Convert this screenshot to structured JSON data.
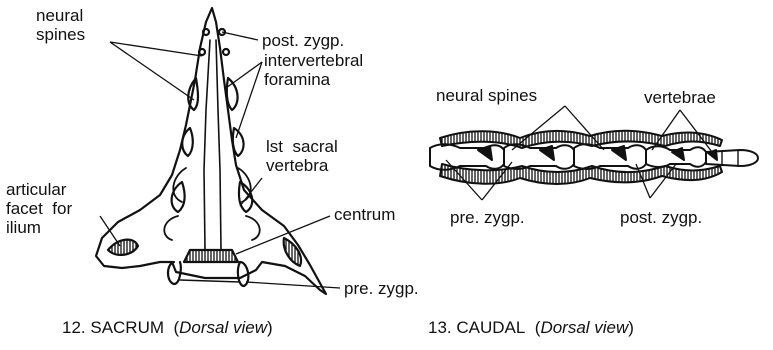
{
  "figure_12": {
    "labels": {
      "neural_spines": "neural\nspines",
      "post_zygp": "post.  zygp.",
      "intervertebral_foramina": "intervertebral\nforamina",
      "first_sacral_vertebra": "lst  sacral\nvertebra",
      "articular_facet": "articular\nfacet  for\nilium",
      "centrum": "centrum",
      "pre_zygp": "pre.  zygp."
    },
    "caption_number": "12. SACRUM",
    "caption_view": "Dorsal view"
  },
  "figure_13": {
    "labels": {
      "neural_spines": "neural   spines",
      "vertebrae": "vertebrae",
      "pre_zygp": "pre.   zygp.",
      "post_zygp": "post.   zygp."
    },
    "caption_number": "13.  CAUDAL",
    "caption_view": "Dorsal  view"
  },
  "colors": {
    "ink": "#111111",
    "background": "#ffffff"
  }
}
